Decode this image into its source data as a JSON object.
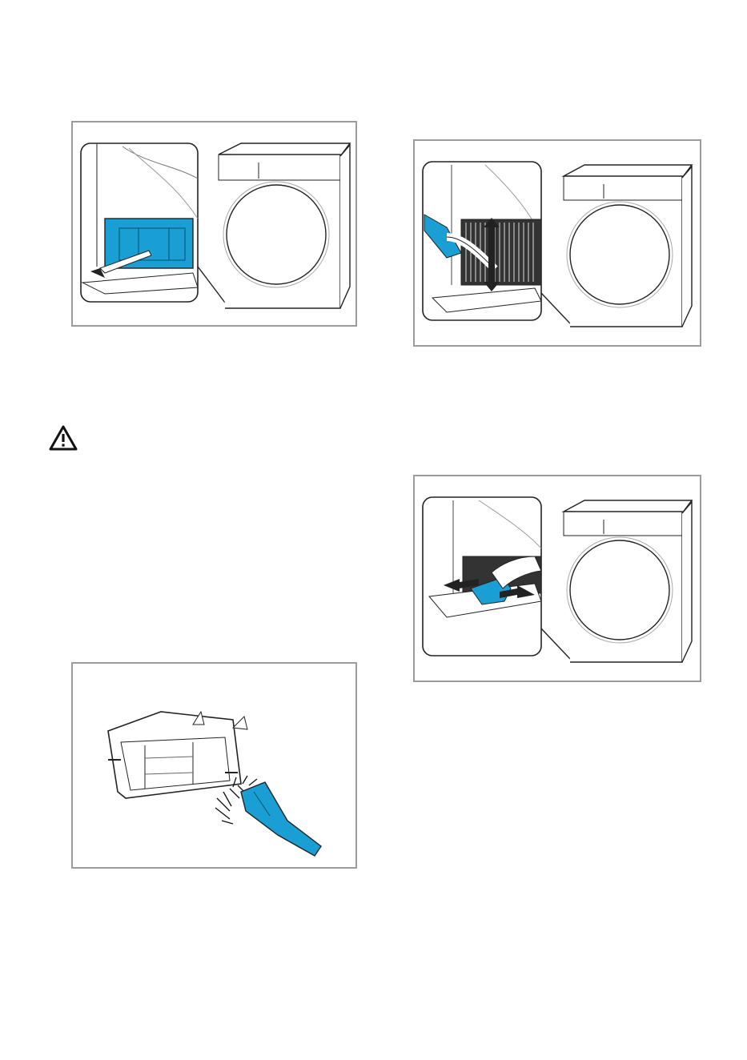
{
  "figures": [
    {
      "id": "remove-filter",
      "accent": "#1a9fd4"
    },
    {
      "id": "clean-heat-exchanger",
      "accent": "#1a9fd4"
    },
    {
      "id": "brush-filter-unit",
      "accent": "#1a9fd4"
    },
    {
      "id": "wipe-seals",
      "accent": "#1a9fd4"
    }
  ],
  "warning": {
    "icon": "warning-triangle-icon"
  }
}
